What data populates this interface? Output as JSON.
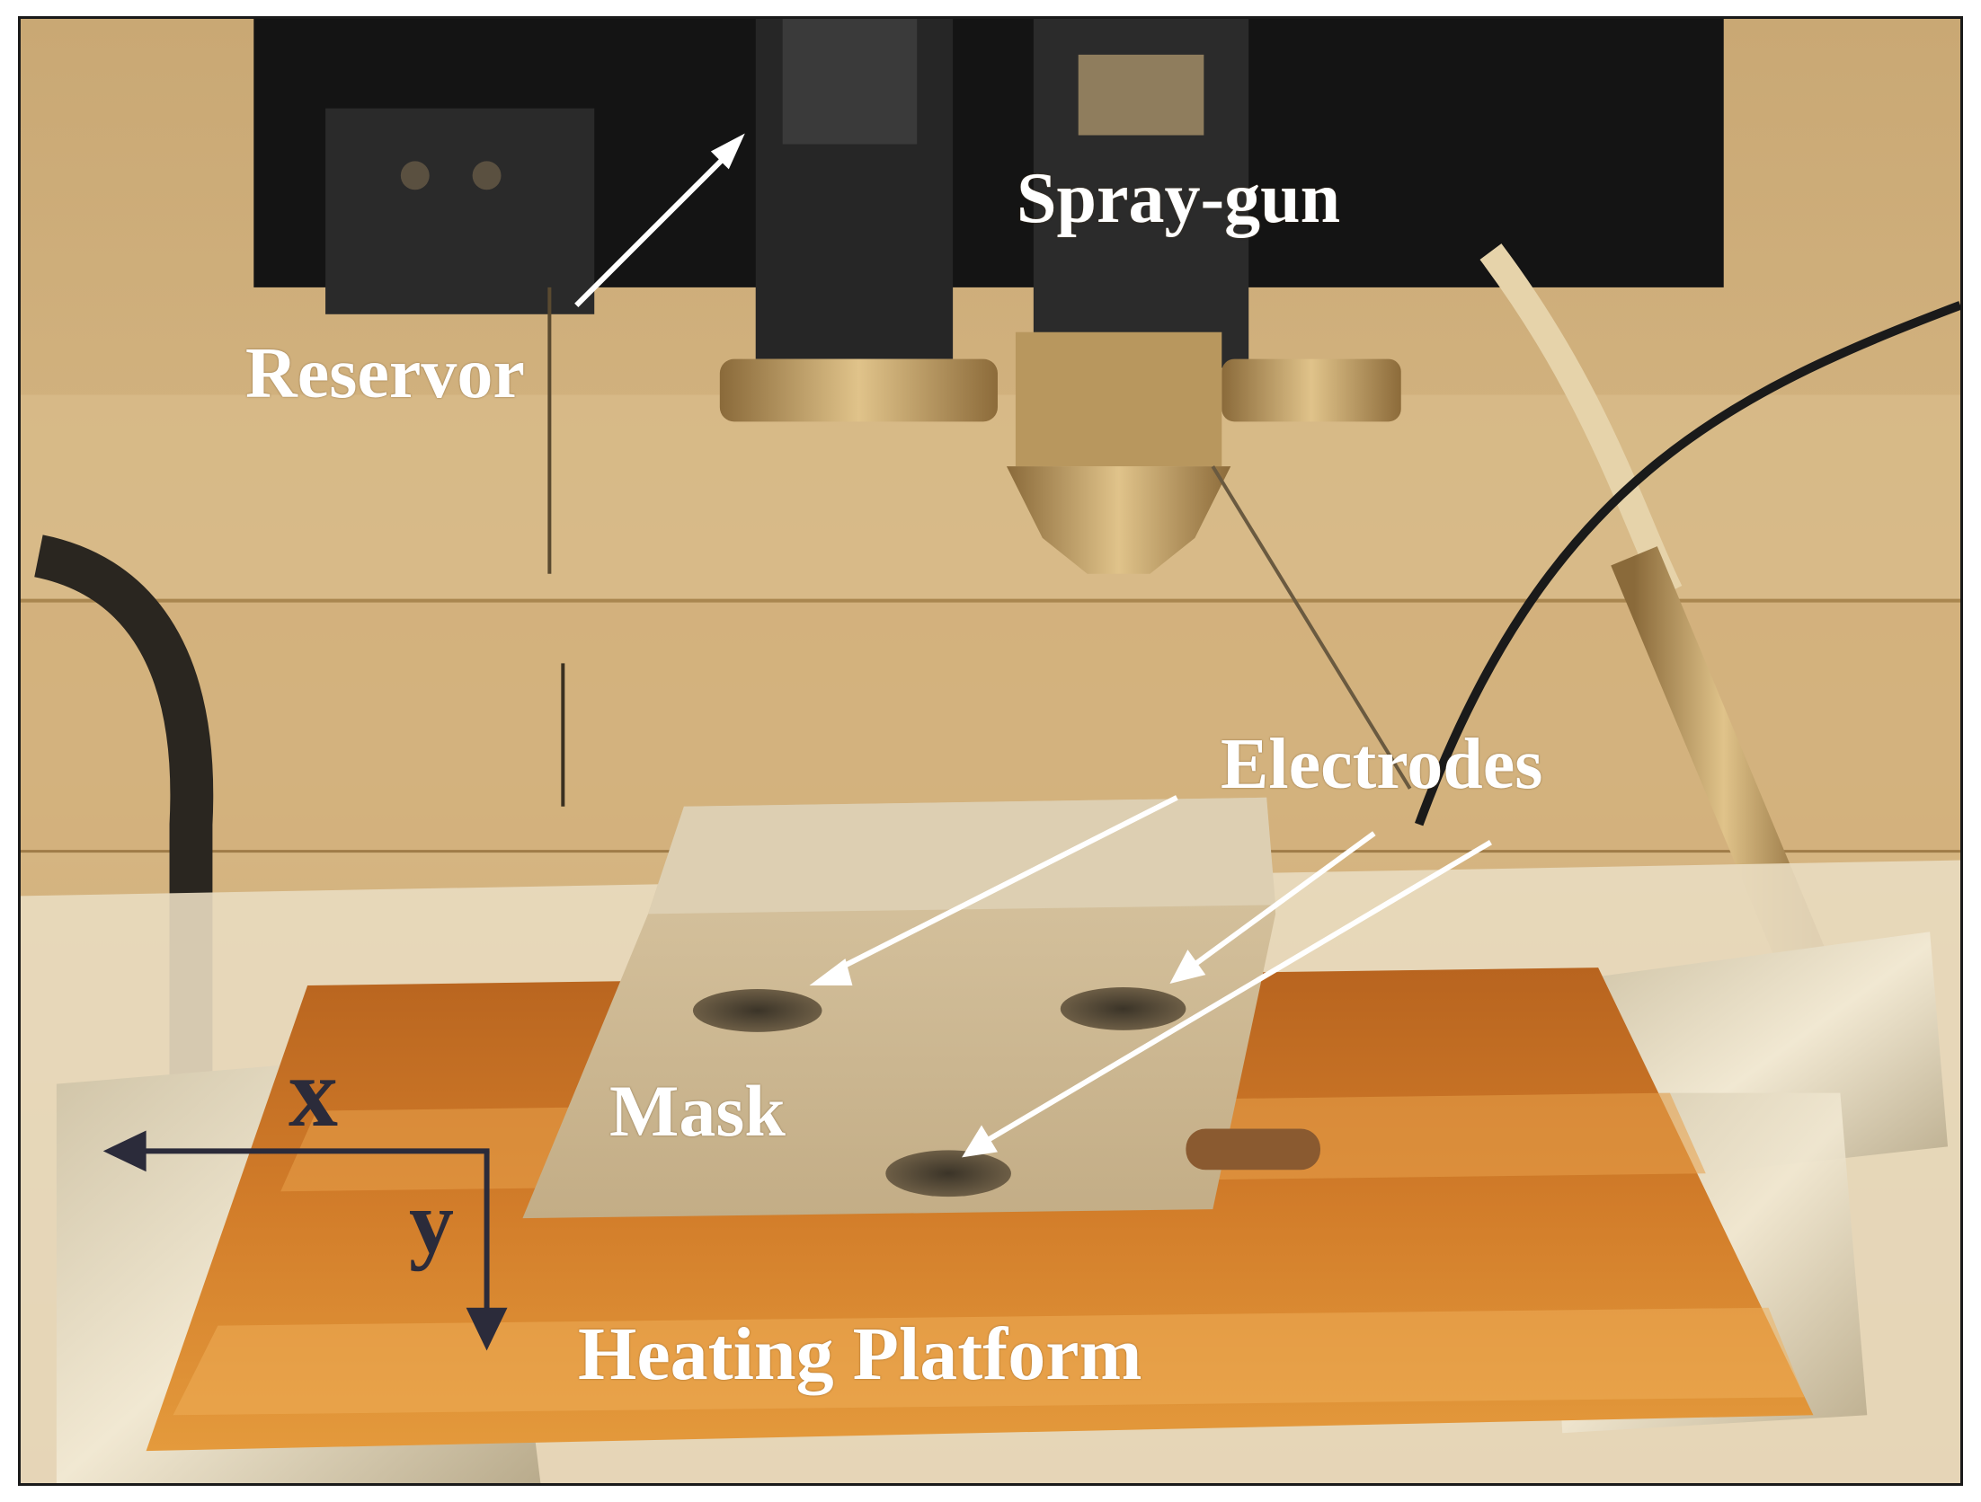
{
  "labels": {
    "spray_gun": "Spray-gun",
    "reservor": "Reservor",
    "electrodes": "Electrodes",
    "mask": "Mask",
    "heating_platform": "Heating Platform"
  },
  "axes": {
    "x": "x",
    "y": "y"
  },
  "colors": {
    "label_text": "#ffffff",
    "axis": "#2b2b3a",
    "kapton_tape": "#c46a1c",
    "background_wall": "#d9b880"
  }
}
